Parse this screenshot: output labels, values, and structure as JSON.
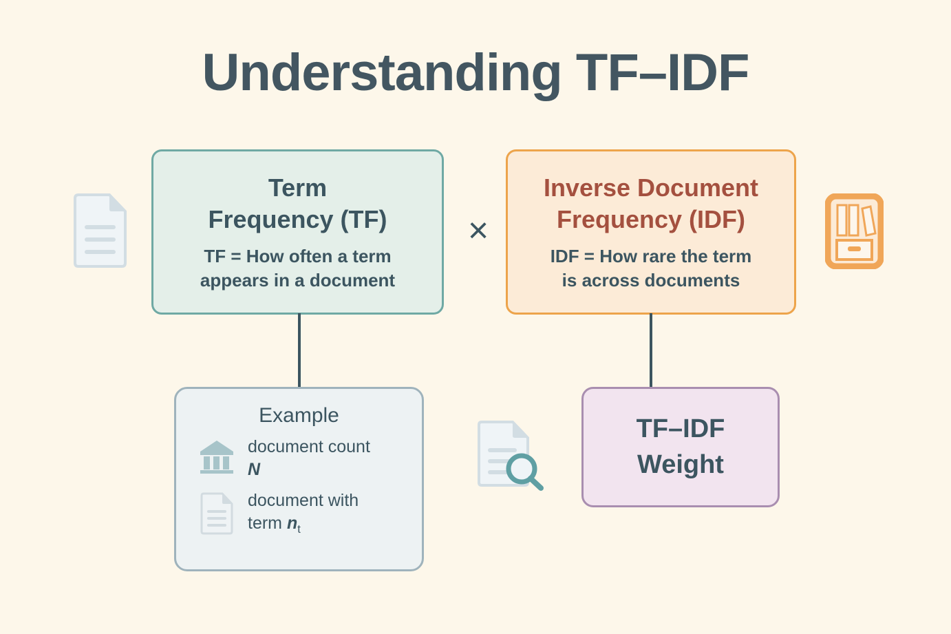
{
  "page": {
    "title": "Understanding TF–IDF",
    "background_color": "#FDF7EA",
    "title_color": "#435661"
  },
  "operator": {
    "symbol": "×",
    "name": "multiplication-operator"
  },
  "tf_box": {
    "heading_line1": "Term",
    "heading_line2": "Frequency (TF)",
    "body_line1": "TF = How often a term",
    "body_line2": "appears in a document",
    "fill_color": "#E4EFE9",
    "border_color": "#6FA9A4",
    "text_color": "#3C5560"
  },
  "idf_box": {
    "heading_line1": "Inverse Document",
    "heading_line2": "Frequency (IDF)",
    "body_line1": "IDF = How rare the term",
    "body_line2": "is across documents",
    "fill_color": "#FCEBD7",
    "border_color": "#EDA44B",
    "heading_color": "#A4503F",
    "text_color": "#3C5560"
  },
  "example_box": {
    "title": "Example",
    "fill_color": "#EDF2F3",
    "border_color": "#9FB3BC",
    "rows": [
      {
        "icon": "bank-icon",
        "label_line1": "document count",
        "symbol": "N",
        "symbol_sub": ""
      },
      {
        "icon": "document-icon",
        "label_line1": "document with",
        "label_line2_prefix": "term ",
        "symbol": "n",
        "symbol_sub": "t"
      }
    ]
  },
  "weight_box": {
    "heading_line1": "TF–IDF",
    "heading_line2": "Weight",
    "fill_color": "#F2E4EF",
    "border_color": "#A98EB0",
    "text_color": "#3C5560"
  },
  "decorations": [
    {
      "name": "document-icon",
      "color": "#E3EBEF"
    },
    {
      "name": "archive-box-icon",
      "color": "#F0A658"
    },
    {
      "name": "document-search-icon",
      "color": "#6FA9A4"
    }
  ]
}
